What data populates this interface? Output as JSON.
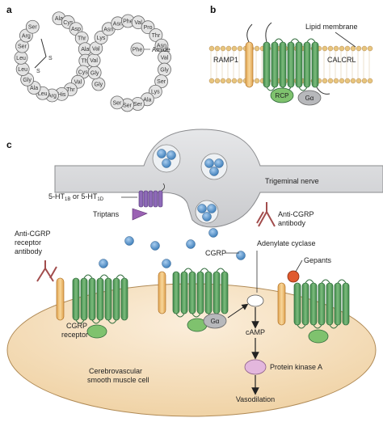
{
  "panels": {
    "a": "a",
    "b": "b",
    "c": "c"
  },
  "panel_a": {
    "loop1": [
      "Ala",
      "Cys",
      "Asp",
      "Thr",
      "Ala",
      "Thr",
      "Cys",
      "Val",
      "Thr",
      "His",
      "Arg",
      "Leu",
      "Ala",
      "Gly",
      "Leu",
      "Leu",
      "Ser",
      "Arg",
      "Ser"
    ],
    "loop2": [
      "Gly",
      "Gly",
      "Val",
      "Val",
      "Lys",
      "Asn",
      "Asn",
      "Phe",
      "Val",
      "Pro",
      "Thr",
      "Asn",
      "Val",
      "Gly",
      "Ser",
      "Lys",
      "Ala",
      "Ser",
      "Ser",
      "Ser"
    ],
    "disulfide_left": "S",
    "disulfide_right": "S",
    "phe": "Phe",
    "amide": "Amide"
  },
  "panel_b": {
    "lipid_membrane": "Lipid membrane",
    "ramp1": "RAMP1",
    "calcrl": "CALCRL",
    "rcp": "RCP",
    "galpha": "Gα"
  },
  "panel_c": {
    "trigeminal_nerve": "Trigeminal nerve",
    "ht_receptors": "5-HT",
    "ht_sub1": "1B",
    "ht_or": " or 5-HT",
    "ht_sub2": "1D",
    "triptans": "Triptans",
    "anti_cgrp_antibody_l1": "Anti-CGRP",
    "anti_cgrp_antibody_l2": "antibody",
    "anti_receptor_l1": "Anti-CGRP",
    "anti_receptor_l2": "receptor",
    "anti_receptor_l3": "antibody",
    "cgrp": "CGRP",
    "adenylate_cyclase": "Adenylate cyclase",
    "gepants": "Gepants",
    "cgrp_receptor_l1": "CGRP",
    "cgrp_receptor_l2": "receptor",
    "galpha": "Gα",
    "camp": "cAMP",
    "pka": "Protein kinase A",
    "cell_l1": "Cerebrovascular",
    "cell_l2": "smooth muscle cell",
    "vasodilation": "Vasodilation"
  },
  "colors": {
    "helix": "#6aa56e",
    "helix_dark": "#2f6b3b",
    "ramp": "#f1c27a",
    "rcp": "#7fc26e",
    "galpha": "#b7b8bb",
    "membrane_head": "#e8c57e",
    "nerve": "#d5d6d8",
    "vesicle": "#5f97c9",
    "cell": "#f7e4c6",
    "pka": "#e3b7dd",
    "gepant": "#e05a2e",
    "triptan": "#9a62b3",
    "antibody": "#a24d4d"
  }
}
